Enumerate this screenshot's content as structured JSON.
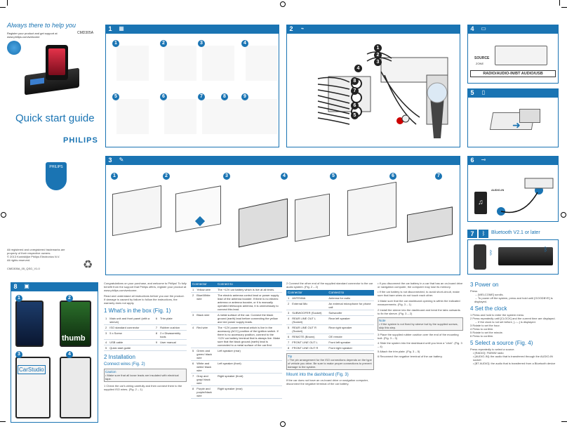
{
  "cover": {
    "tagline": "Always there to help you",
    "register_line1": "Register your product and get support at",
    "register_line2": "www.philips.com/welcome",
    "model": "CMD305A",
    "title": "Quick start guide",
    "brand": "PHILIPS",
    "legal_1": "All registered and unregistered trademarks are",
    "legal_2": "property of their respective owners.",
    "legal_3": "© 2013 Koninklijke Philips Electronics N.V.",
    "legal_4": "All rights reserved.",
    "doc_code": "CMD305A_05_QSG_V1.0"
  },
  "steps": {
    "s1": "1",
    "s2": "2",
    "s3": "3",
    "s4": "4",
    "s5": "5",
    "s6": "6",
    "s7": "7",
    "s8": "8",
    "s7_title": "Bluetooth V2.1 or later"
  },
  "box_items": [
    "1",
    "2",
    "3",
    "4",
    "5",
    "6",
    "7",
    "8",
    "9"
  ],
  "wiring_nums": [
    "1",
    "2",
    "3",
    "4",
    "5",
    "6",
    "7",
    "8"
  ],
  "source_panel": {
    "source": "SOURCE",
    "zone": "ZONE",
    "bar": "RADIO/AUDIO-IN/BT AUDIO/USB"
  },
  "audio_in": {
    "label": "AUDIO-IN",
    "label2": "AUDIO-IN"
  },
  "install_nums": [
    "1",
    "2",
    "3",
    "4",
    "5",
    "6",
    "7"
  ],
  "phone_nums": [
    "1",
    "2",
    "3",
    "4"
  ],
  "phone_labels": {
    "thumb": "thumb",
    "carstudio": "CarStudio"
  },
  "text_col1": {
    "intro": "Congratulations on your purchase, and welcome to Philips! To fully benefit from the support that Philips offers, register your product at www.philips.com/welcome.",
    "intro2": "Read and understand all instructions before you use the product. If damage is caused by failure to follow the instructions, the warranty does not apply.",
    "h1": "1    What's in the box (Fig. 1)",
    "box_rows": [
      [
        "1",
        "Main unit and front panel (with a sleeve)",
        "6",
        "Trim plate"
      ],
      [
        "2",
        "ISO standard connector",
        "7",
        "Rubber cushion"
      ],
      [
        "3",
        "5 x Screw",
        "8",
        "2 x Disassembly tools"
      ],
      [
        "4",
        "USB cable",
        "9",
        "User manual"
      ],
      [
        "5",
        "Quick start guide",
        "",
        ""
      ]
    ],
    "h2": "2    Installation",
    "h2a": "Connect wires (Fig. 2)",
    "caution_title": "Caution",
    "caution_text": "• Make sure that all loose leads are insulated with electrical tape.",
    "step1": "1   Check the car's wiring carefully and then connect them to the supplied ISO wires. (Fig. 2 – 1)"
  },
  "connector_table": {
    "head": [
      "Connector",
      "Connect to"
    ],
    "rows": [
      [
        "1",
        "Yellow wire",
        "The +12V car battery which is live at all times."
      ],
      [
        "2",
        "Blue/White wire",
        "The electric antenna control lead or power supply lead of the antenna booster. If there is no electric antenna or antenna booster, or it is manually operated telescopic antenna, it is unnecessary to connect this lead."
      ],
      [
        "3",
        "Black wire",
        "A metal surface of the car. Connect the black ground (earth) lead before connecting the yellow and red power supply leads."
      ],
      [
        "4",
        "Red wire",
        "The +12V power terminal which is live in the accessory (ACC) position of the ignition switch. If there is no accessory position, connect to the +12V car battery terminal that is always live. Make sure that the black ground (earth) lead is connected to a metal surface of the car first."
      ],
      [
        "5",
        "Green and green/ black wire",
        "Left speaker (rear)"
      ],
      [
        "6",
        "White and white/ black wire",
        "Left speaker (front)"
      ],
      [
        "7",
        "Gray and gray/ black wire",
        "Right speaker (front)"
      ],
      [
        "8",
        "Purple and purple/black wire",
        "Right speaker (rear)"
      ]
    ]
  },
  "text_col3": {
    "step2": "2   Connect the other end of the supplied standard connector to the car audio system. (Fig. 2 – 2)",
    "head": [
      "Connector",
      "Connect to"
    ],
    "rows": [
      [
        "1",
        "ANTENNA",
        "Antenna for radio"
      ],
      [
        "2",
        "External Mic",
        "An external microphone for phone call"
      ],
      [
        "3",
        "SUBWOOFER (Socket)",
        "Subwoofer"
      ],
      [
        "4",
        "REAR LINE OUT L (Socket)",
        "Rear left speaker"
      ],
      [
        "5",
        "REAR LINE OUT R (Socket)",
        "Rear right speaker"
      ],
      [
        "6",
        "REMOTE (Brown)",
        "OE remote"
      ],
      [
        "7",
        "FRONT LINE OUT L",
        "Front left speaker"
      ],
      [
        "8",
        "FRONT LINE OUT R",
        "Front right speaker"
      ]
    ],
    "tip_title": "Tip",
    "tip_text": "• The pin arrangement for the ISO connections depends on the type of vehicle you drive. Be sure to make proper connections to prevent damage to the system.",
    "mount_h": "Mount into the dashboard (Fig. 3)",
    "mount_text": "If the car does not have an on-board drive or navigation computer, disconnect the negative terminal of the car battery."
  },
  "text_col4": {
    "bullet1": "• If you disconnect the car battery in a car that has an on-board drive or navigation computer, the computer may lose its memory.",
    "bullet2": "• If the car battery is not disconnected, to avoid short-circuit, make sure that bare wires do not touch each other.",
    "s1": "1   Make sure that the car dashboard opening is within the indicated measurements. (Fig. 3 – 1)",
    "s2": "2   Install the sleeve into the dashboard and bend the tabs outwards to fix the sleeve. (Fig. 3 – 2)",
    "note_title": "Note",
    "note_text": "• If the system is not fixed by sleeve but by the supplied screws, skip this step.",
    "s3": "3   Place the supplied rubber cushion over the end of the mounting bolt. (Fig. 3 – 3)",
    "s4": "4   Slide the system into the dashboard until you hear a \"click\". (Fig. 3 – 4)",
    "s5": "5   Attach the trim plate. (Fig. 3 – 5)",
    "s6": "6   Reconnect the negative terminal of the car battery."
  },
  "text_col5": {
    "h3": "3    Power on",
    "press": "Press",
    "p1": "→ [WELCOME] scrolls.",
    "p2": "→ To power off the system, press and hold    until [GOODBYE] is displayed.",
    "h4": "4    Set the clock",
    "c1": "1   Press and hold     to enter the system menu.",
    "c2": "2   Press     repeatedly until [CLOCK] and the current time are displayed.",
    "c2b": "→ If the clock is not set before, [--:--] is displayed.",
    "c3": "3   Rotate     to set the hour.",
    "c4": "4   Press     to confirm.",
    "c5": "5   Rotate     to set the minute.",
    "c6": "6   Press     to confirm.",
    "h5": "5    Select a source (Fig. 4)",
    "s_intro": "Press     repeatedly to select a source.",
    "s1": "• [RADIO]: FM/MW radio",
    "s2": "• [AUDIO-IN]: the audio that is transferred through the AUDIO-IN socket",
    "s3": "• [BT AUDIO]: the audio that is transferred from a Bluetooth device"
  },
  "colors": {
    "accent": "#1a74b3",
    "hdr": "#1a74b3"
  }
}
